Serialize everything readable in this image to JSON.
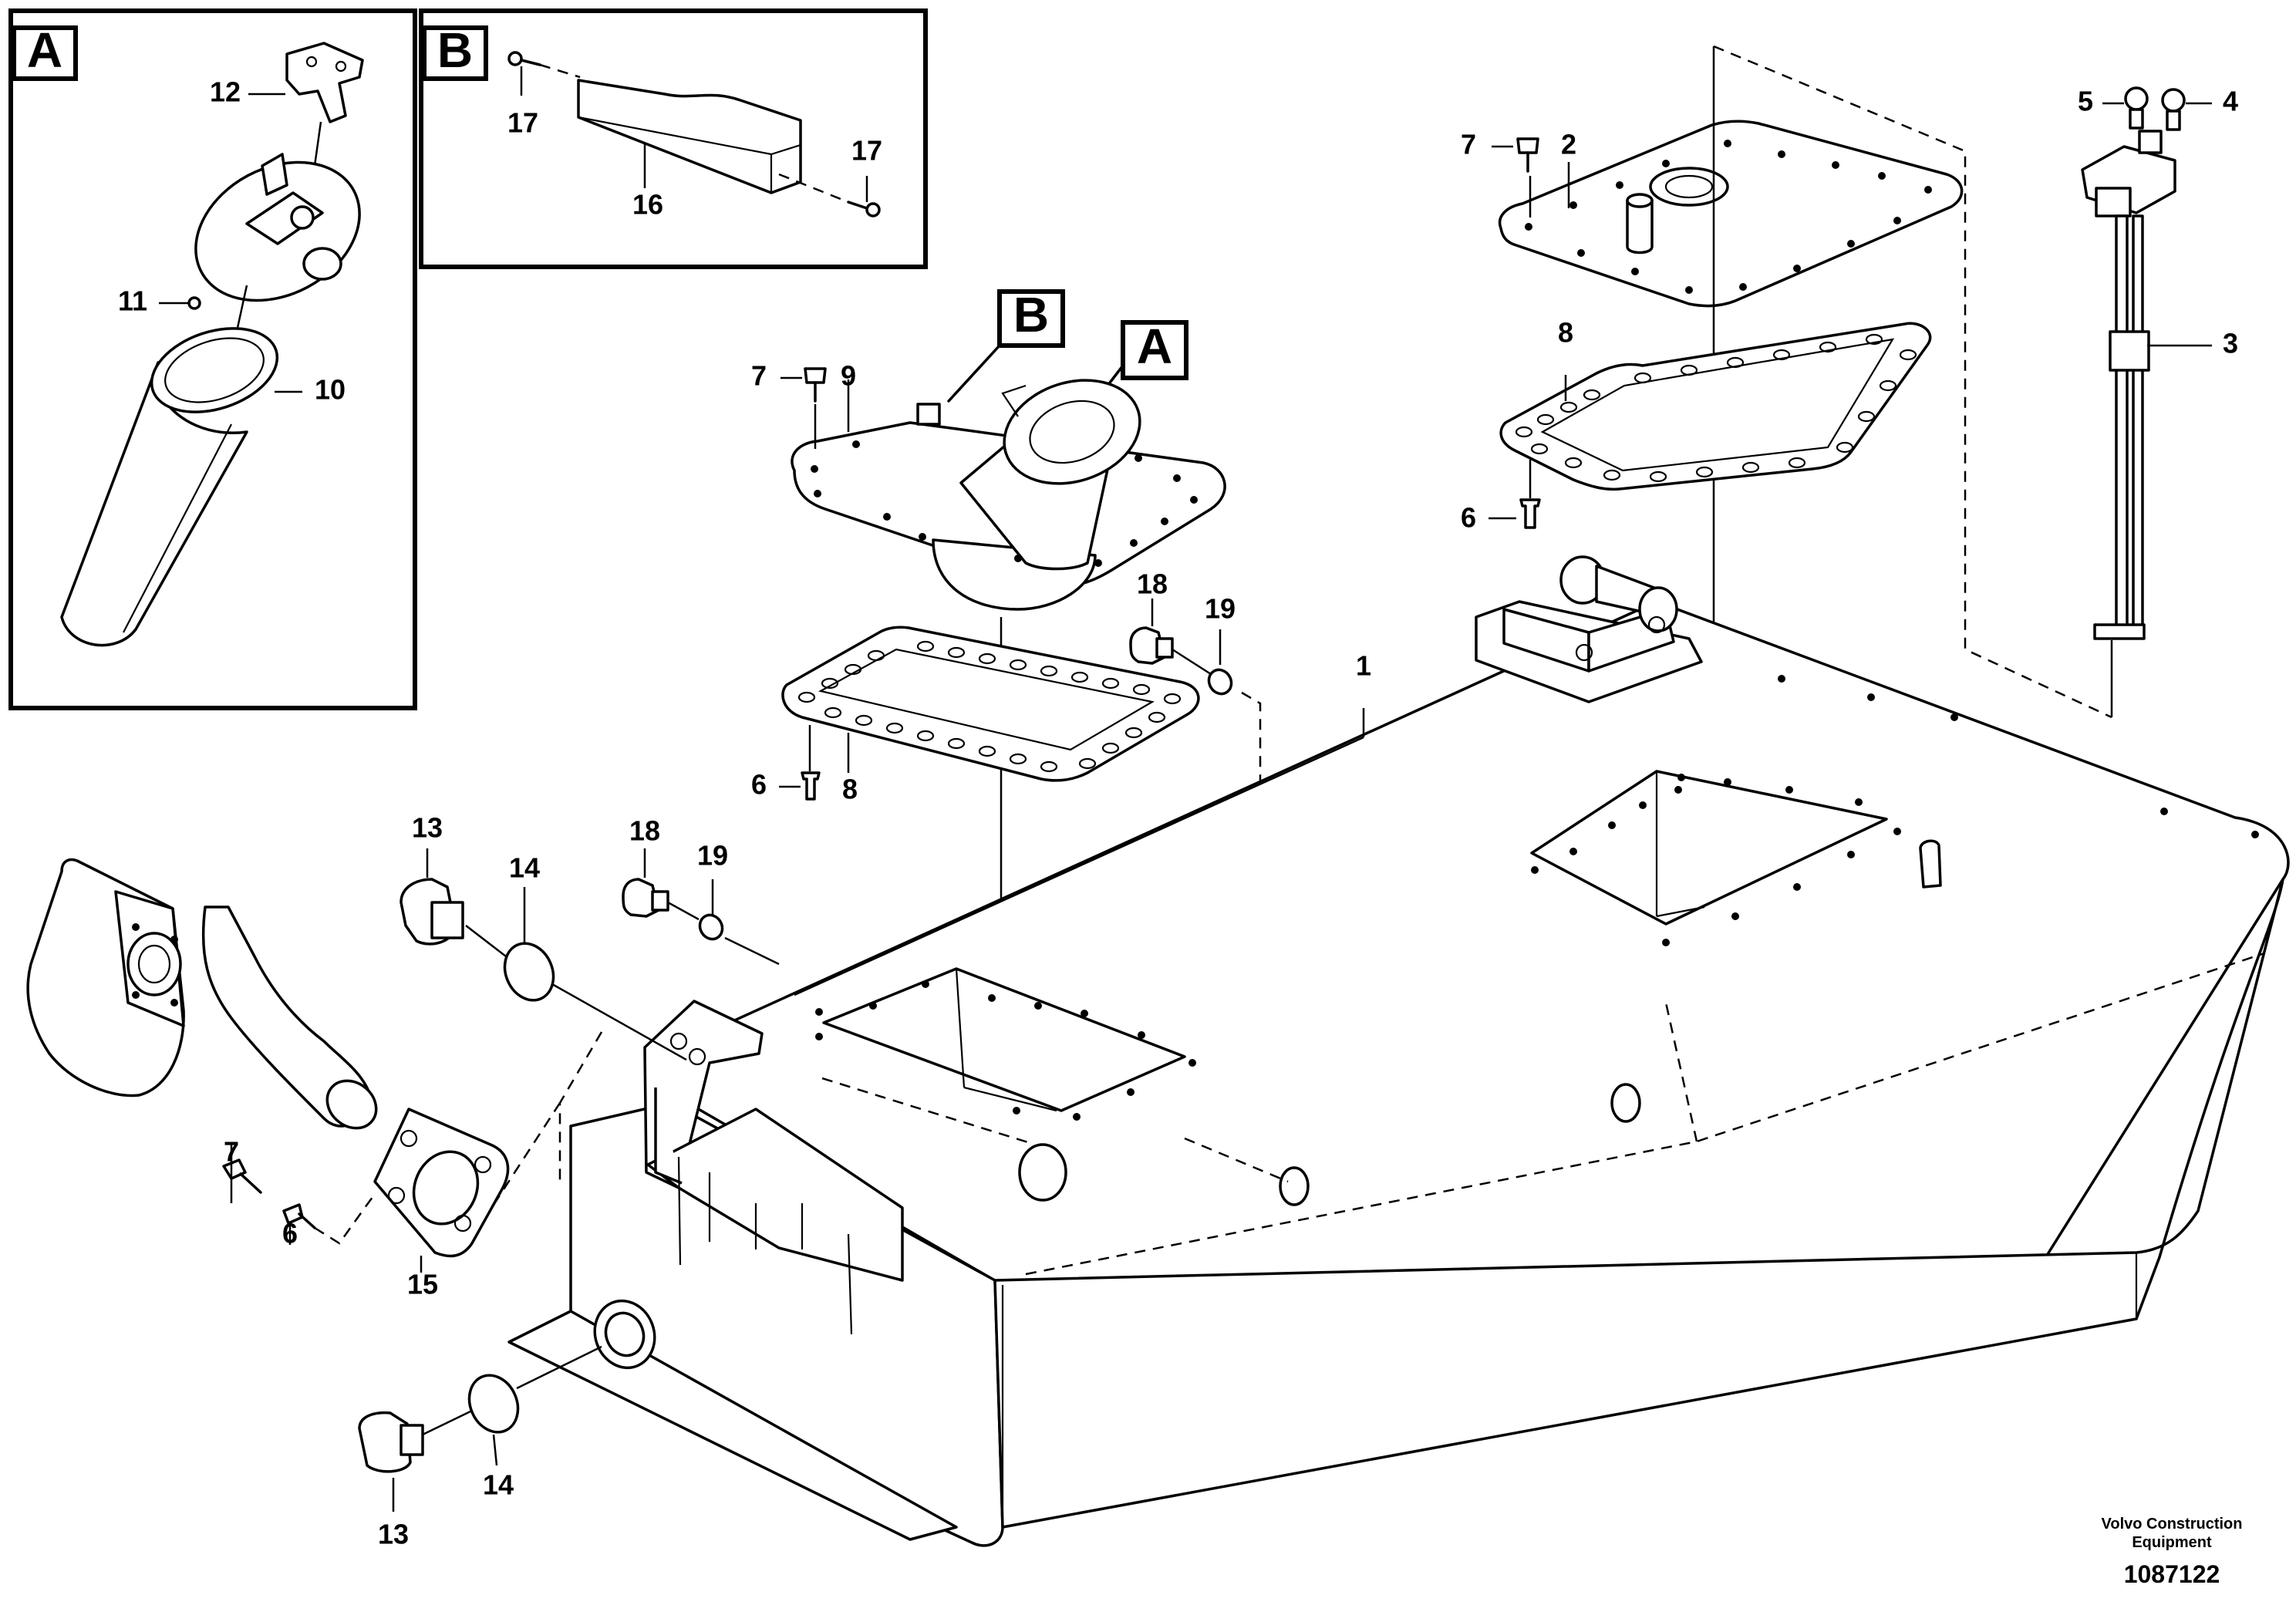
{
  "insets": {
    "a_label": "A",
    "b_label": "B"
  },
  "callouts": {
    "a_callout": "A",
    "b_callout": "B"
  },
  "part_numbers": [
    {
      "id": "p12",
      "text": "12"
    },
    {
      "id": "p11",
      "text": "11"
    },
    {
      "id": "p10",
      "text": "10"
    },
    {
      "id": "p17a",
      "text": "17"
    },
    {
      "id": "p16",
      "text": "16"
    },
    {
      "id": "p17b",
      "text": "17"
    },
    {
      "id": "p7a",
      "text": "7"
    },
    {
      "id": "p9",
      "text": "9"
    },
    {
      "id": "p6a",
      "text": "6"
    },
    {
      "id": "p8a",
      "text": "8"
    },
    {
      "id": "p18a",
      "text": "18"
    },
    {
      "id": "p19a",
      "text": "19"
    },
    {
      "id": "p1",
      "text": "1"
    },
    {
      "id": "p7b",
      "text": "7"
    },
    {
      "id": "p2",
      "text": "2"
    },
    {
      "id": "p8b",
      "text": "8"
    },
    {
      "id": "p6b",
      "text": "6"
    },
    {
      "id": "p5",
      "text": "5"
    },
    {
      "id": "p4",
      "text": "4"
    },
    {
      "id": "p3",
      "text": "3"
    },
    {
      "id": "p13a",
      "text": "13"
    },
    {
      "id": "p14a",
      "text": "14"
    },
    {
      "id": "p18b",
      "text": "18"
    },
    {
      "id": "p19b",
      "text": "19"
    },
    {
      "id": "p7c",
      "text": "7"
    },
    {
      "id": "p6c",
      "text": "6"
    },
    {
      "id": "p15",
      "text": "15"
    },
    {
      "id": "p14b",
      "text": "14"
    },
    {
      "id": "p13b",
      "text": "13"
    }
  ],
  "footer": {
    "brand_line1": "Volvo Construction",
    "brand_line2": "Equipment",
    "drawing_number": "1087122"
  }
}
